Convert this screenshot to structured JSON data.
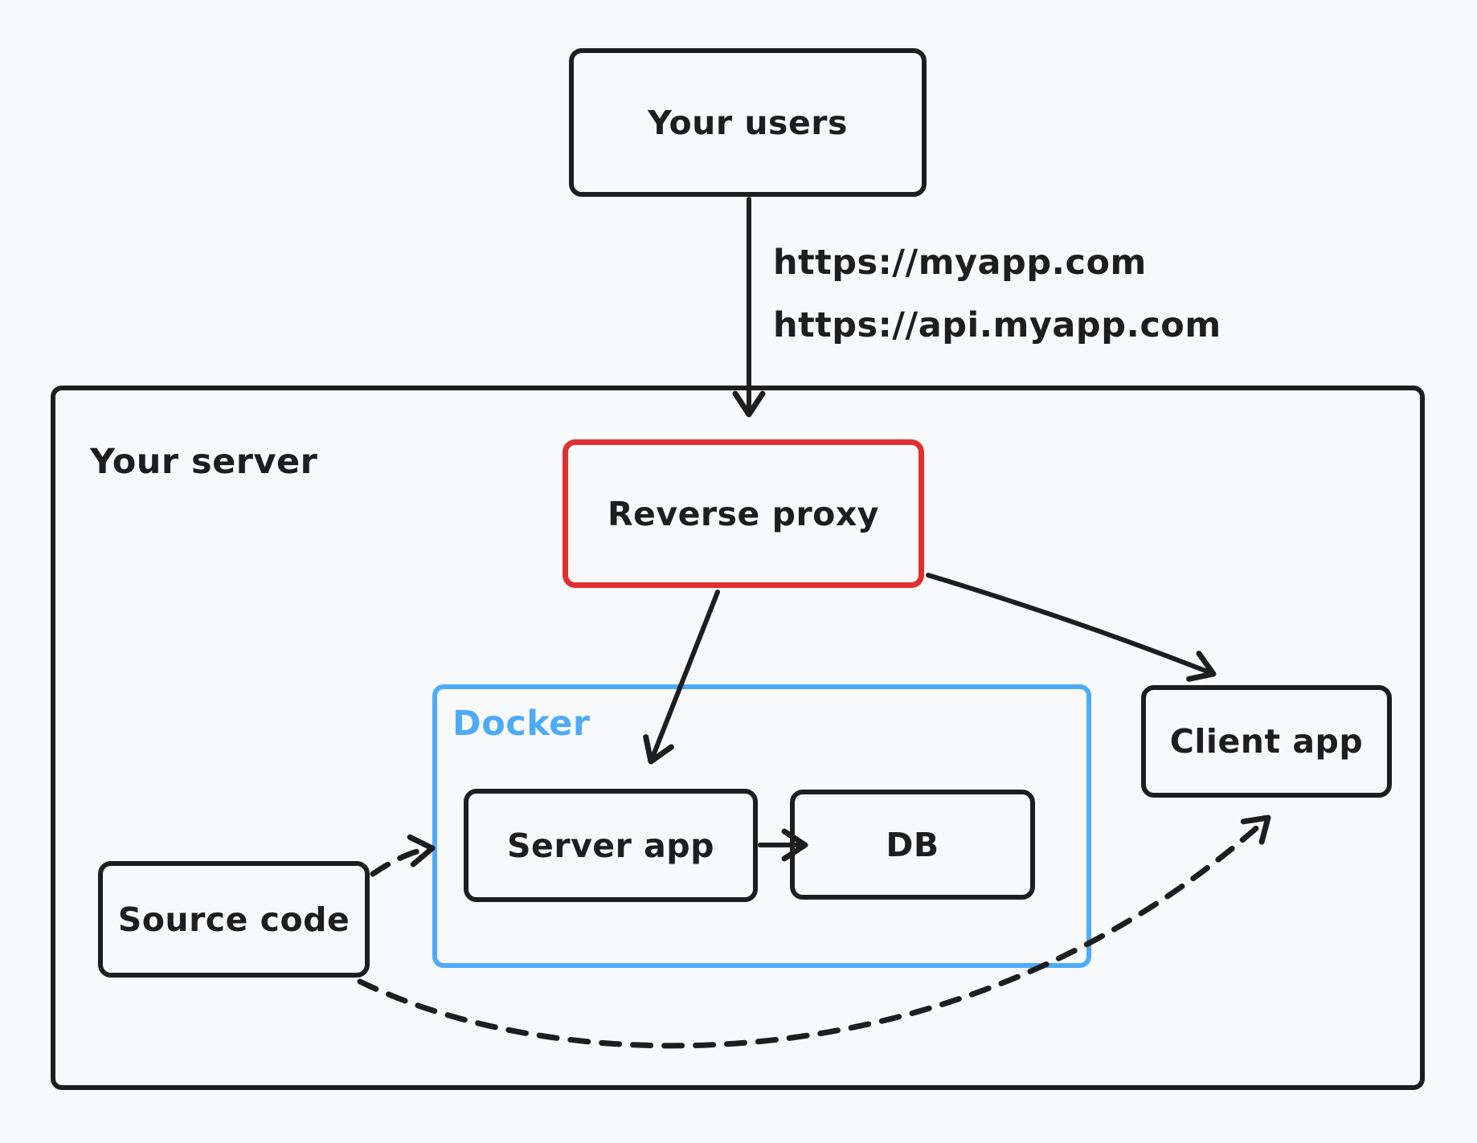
{
  "diagram": {
    "type": "architecture-diagram",
    "style": "hand-drawn"
  },
  "colors": {
    "background": "#f8f9fa",
    "stroke": "#1e1e1e",
    "accent_red": "#e03131",
    "accent_blue": "#4dabf7"
  },
  "nodes": {
    "your_users": {
      "label": "Your users"
    },
    "reverse_proxy": {
      "label": "Reverse proxy",
      "border_color": "#e03131"
    },
    "server_app": {
      "label": "Server app"
    },
    "db": {
      "label": "DB"
    },
    "client_app": {
      "label": "Client app"
    },
    "source_code": {
      "label": "Source code"
    }
  },
  "containers": {
    "your_server": {
      "label": "Your server"
    },
    "docker": {
      "label": "Docker",
      "border_color": "#4dabf7",
      "label_color": "#4dabf7"
    }
  },
  "edges": [
    {
      "id": "users-to-proxy",
      "from": "Your users",
      "to": "Reverse proxy",
      "style": "solid",
      "labels": [
        "https://myapp.com",
        "https://api.myapp.com"
      ]
    },
    {
      "id": "proxy-to-server-app",
      "from": "Reverse proxy",
      "to": "Server app",
      "style": "solid"
    },
    {
      "id": "proxy-to-client-app",
      "from": "Reverse proxy",
      "to": "Client app",
      "style": "solid"
    },
    {
      "id": "server-app-to-db",
      "from": "Server app",
      "to": "DB",
      "style": "solid"
    },
    {
      "id": "source-to-server-app",
      "from": "Source code",
      "to": "Server app",
      "style": "dashed"
    },
    {
      "id": "source-to-client-app",
      "from": "Source code",
      "to": "Client app",
      "style": "dashed"
    }
  ]
}
